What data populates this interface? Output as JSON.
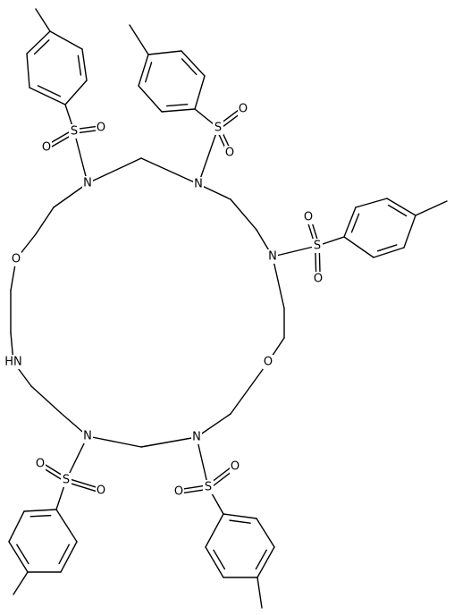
{
  "figure": {
    "type": "chemical-structure-drawing",
    "line_color": "#000000",
    "background": "#ffffff"
  },
  "atom_labels": {
    "n_top_left": "N",
    "n_top_middle": "N",
    "n_right": "N",
    "n_bottom_left": "N",
    "n_bottom_right": "N",
    "o_left": "O",
    "o_right": "O",
    "nh_left": "HN",
    "s1": "S",
    "s1_o_a": "O",
    "s1_o_b": "O",
    "s2": "S",
    "s2_o_a": "O",
    "s2_o_b": "O",
    "s3": "S",
    "s3_o_a": "O",
    "s3_o_b": "O",
    "s4": "S",
    "s4_o_a": "O",
    "s4_o_b": "O",
    "s5": "S",
    "s5_o_a": "O",
    "s5_o_b": "O"
  }
}
